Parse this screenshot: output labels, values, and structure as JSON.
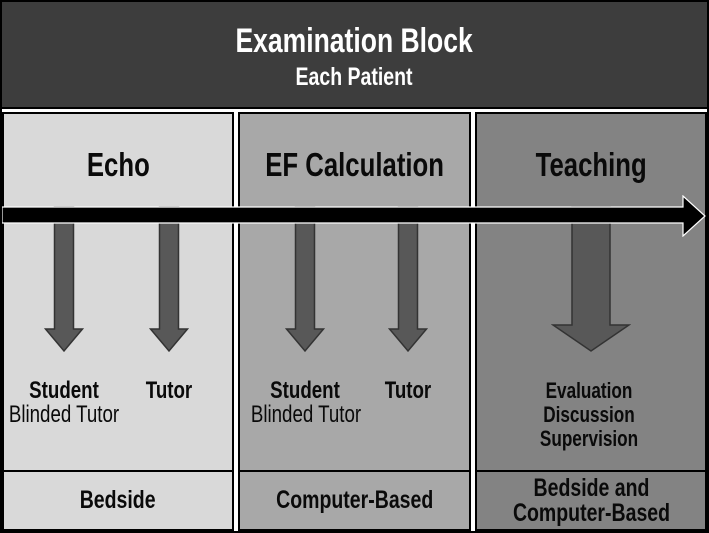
{
  "header": {
    "title": "Examination Block",
    "subtitle": "Each Patient"
  },
  "columns": [
    {
      "title": "Echo",
      "left_label": "Student",
      "left_sublabel": "Blinded Tutor",
      "right_label": "Tutor",
      "footer": "Bedside"
    },
    {
      "title": "EF Calculation",
      "left_label": "Student",
      "left_sublabel": "Blinded Tutor",
      "right_label": "Tutor",
      "footer": "Computer-Based"
    },
    {
      "title": "Teaching",
      "activities": [
        "Evaluation",
        "Discussion",
        "Supervision"
      ],
      "footer": "Bedside and Computer-Based"
    }
  ],
  "colors": {
    "header_bg": "#3d3d3d",
    "col1_bg": "#d9d9d9",
    "col2_bg": "#a8a8a8",
    "col3_bg": "#838383",
    "arrow_fill": "#585858",
    "arrow_stroke": "#333333",
    "timeline": "#000000"
  }
}
